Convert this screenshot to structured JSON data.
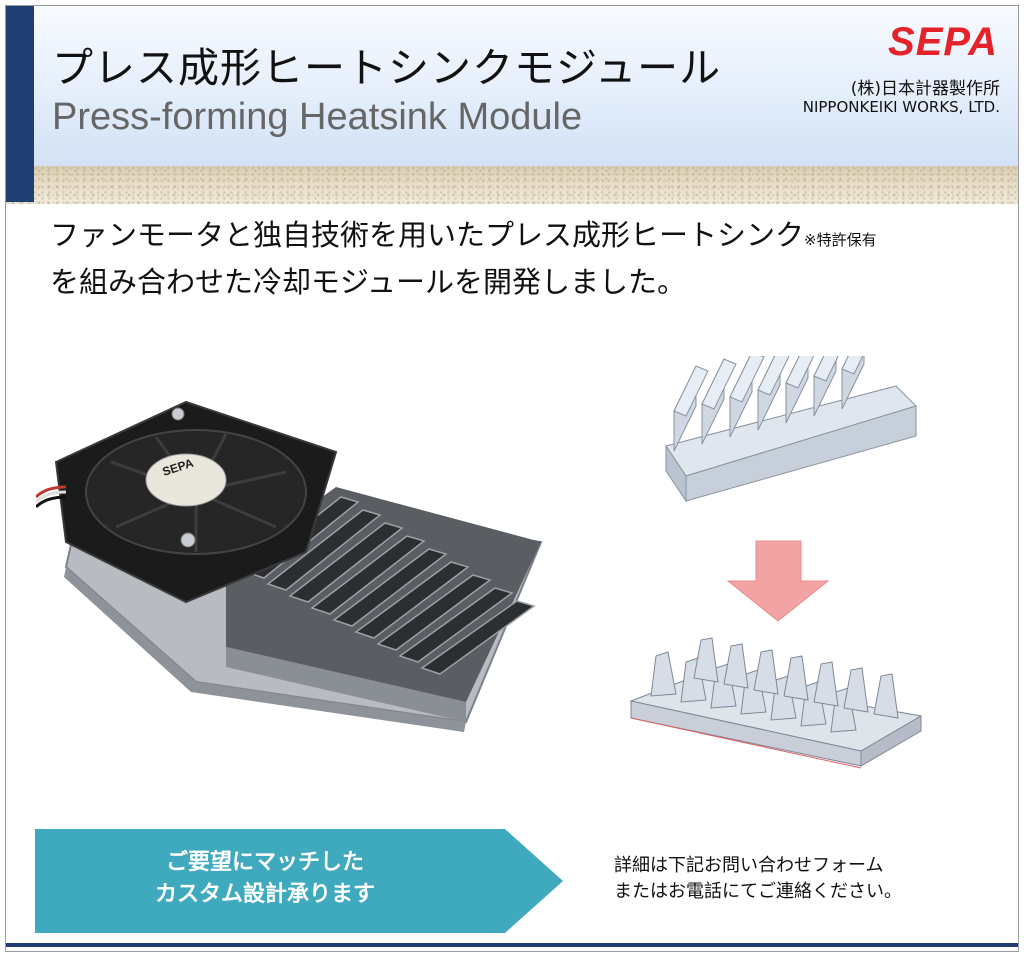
{
  "header": {
    "title_ja": "プレス成形ヒートシンクモジュール",
    "title_en": "Press-forming Heatsink Module",
    "logo_text": "SEPA",
    "company_ja": "(株)日本計器製作所",
    "company_en": "NIPPONKEIKI WORKS, LTD."
  },
  "intro": {
    "line1": "ファンモータと独自技術を用いたプレス成形ヒートシンク",
    "note": "※特許保有",
    "line2": "を組み合わせた冷却モジュールを開発しました。"
  },
  "photo": {
    "fan_label": "SEPA"
  },
  "cta": {
    "line1": "ご要望にマッチした",
    "line2": "カスタム設計承ります"
  },
  "contact": {
    "line1": "詳細は下記お問い合わせフォーム",
    "line2": "またはお電話にてご連絡ください。"
  },
  "colors": {
    "brand_red": "#e4222a",
    "header_navy": "#1f3f73",
    "cta_teal": "#3fa9bd",
    "arrow_pink": "#f3a3a3"
  }
}
